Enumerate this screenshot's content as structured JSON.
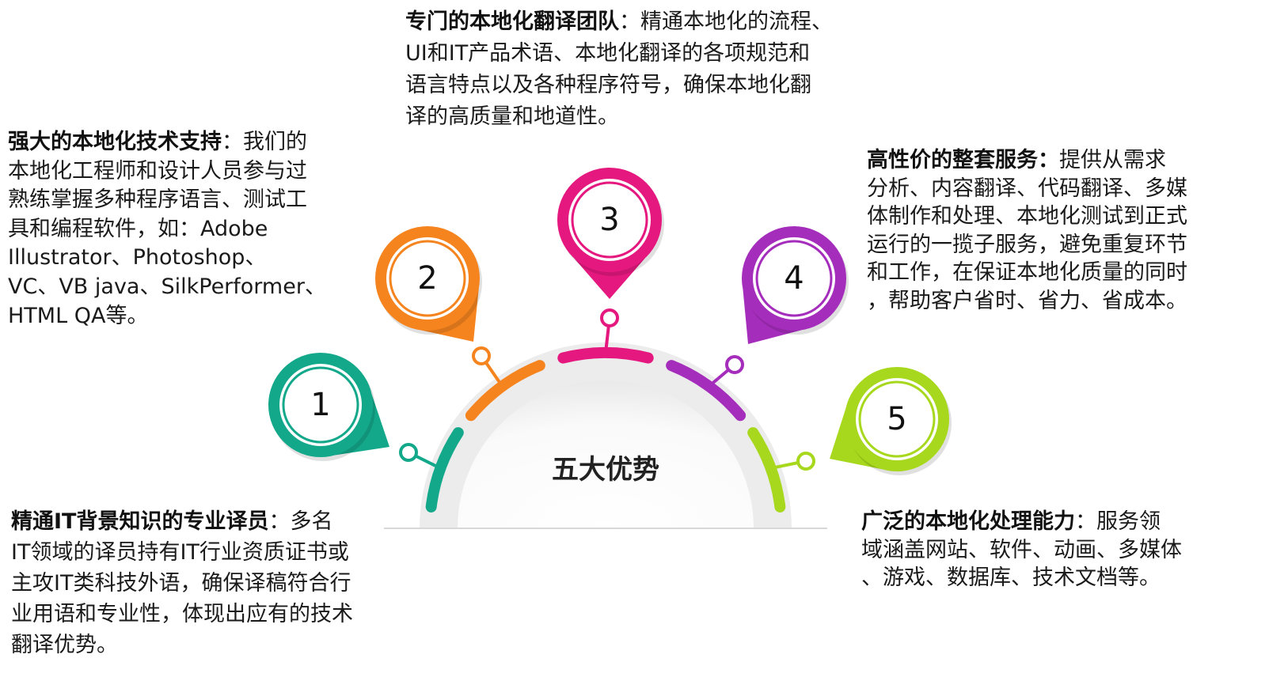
{
  "center_label": "五大优势",
  "colors": [
    "#14a88b",
    "#f5841f",
    "#e5187f",
    "#a52dbb",
    "#a7d81d"
  ],
  "items": [
    {
      "number": "1",
      "title": "精通IT背景知识的专业译员",
      "lines": [
        "：多名",
        "IT领域的译员持有IT行业资质证书或",
        "主攻IT类科技外语，确保译稿符合行",
        "业用语和专业性，体现出应有的技术",
        "翻译优势。"
      ]
    },
    {
      "number": "2",
      "title": "强大的本地化技术支持",
      "lines": [
        "：我们的",
        "本地化工程师和设计人员参与过",
        "熟练掌握多种程序语言、测试工",
        "具和编程软件，如：Adobe",
        "Illustrator、Photoshop、",
        "VC、VB java、SilkPerformer、",
        "HTML QA等。"
      ]
    },
    {
      "number": "3",
      "title": "专门的本地化翻译团队",
      "lines": [
        "：精通本地化的流程、",
        "UI和IT产品术语、本地化翻译的各项规范和",
        "语言特点以及各种程序符号，确保本地化翻",
        "译的高质量和地道性。"
      ]
    },
    {
      "number": "4",
      "title": "高性价的整套服务：",
      "lines": [
        "提供从需求",
        "分析、内容翻译、代码翻译、多媒",
        "体制作和处理、本地化测试到正式",
        "运行的一揽子服务，避免重复环节",
        "和工作，在保证本地化质量的同时",
        "，帮助客户省时、省力、省成本。"
      ]
    },
    {
      "number": "5",
      "title": "广泛的本地化处理能力",
      "lines": [
        "：服务领",
        "域涵盖网站、软件、动画、多媒体",
        "、游戏、数据库、技术文档等。"
      ]
    }
  ]
}
